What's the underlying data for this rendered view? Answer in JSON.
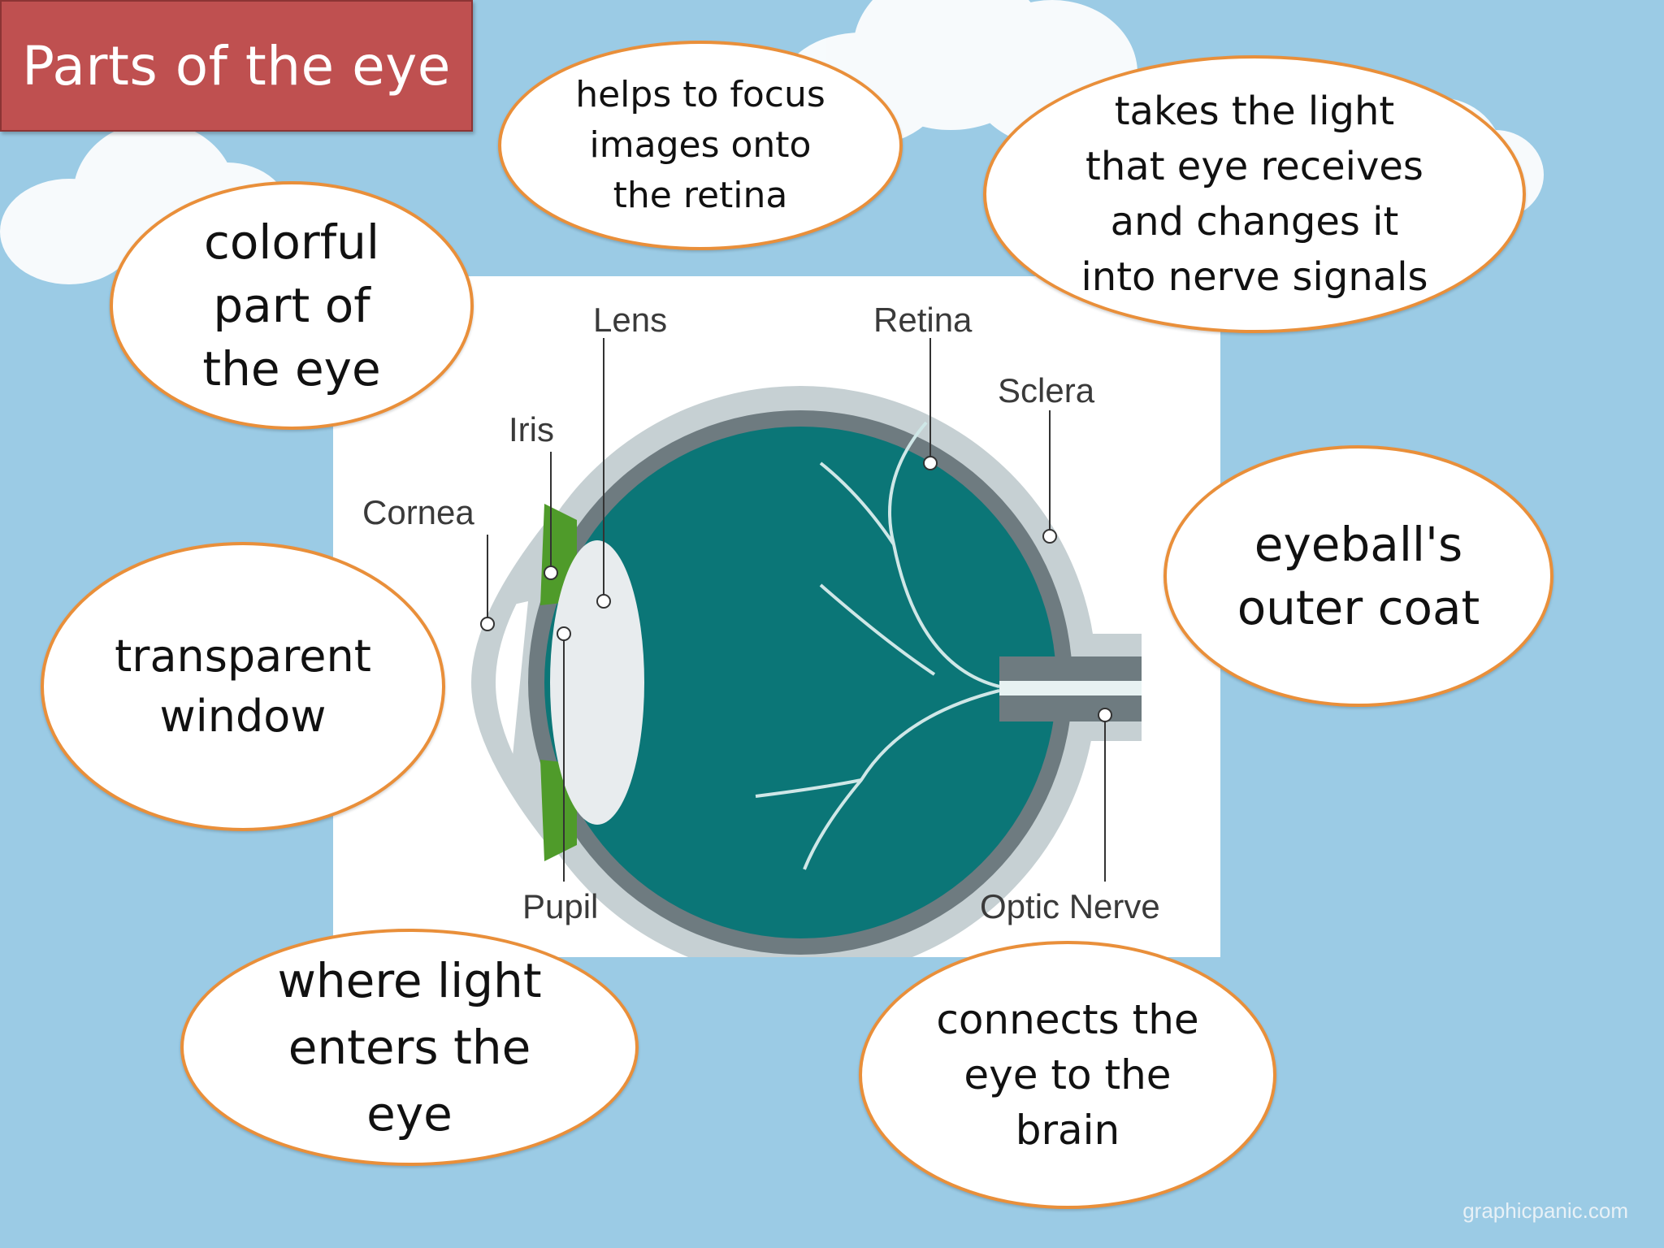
{
  "title": "Parts of the eye",
  "diagram": {
    "labels": {
      "lens": "Lens",
      "retina": "Retina",
      "sclera": "Sclera",
      "iris": "Iris",
      "cornea": "Cornea",
      "pupil": "Pupil",
      "optic_nerve": "Optic Nerve"
    },
    "colors": {
      "vitreous": "#0b7677",
      "retina": "#6e7b80",
      "sclera": "#c6d0d3",
      "iris": "#4f9b2a",
      "lens": "#e8ecee"
    }
  },
  "bubbles": {
    "lens_desc": "helps to focus\nimages onto\nthe retina",
    "retina_desc": "takes the light\nthat eye receives\nand changes it\ninto nerve signals",
    "iris_desc": "colorful\npart of\nthe eye",
    "sclera_desc": "eyeball's\nouter coat",
    "cornea_desc": "transparent\nwindow",
    "pupil_desc": "where light\nenters the\neye",
    "optic_nerve_desc": "connects the\neye to the\nbrain"
  },
  "watermark": "graphicpanic.com",
  "theme": {
    "background": "#9bcbe5",
    "title_bg": "#bf5050",
    "bubble_border": "#e98f3a"
  }
}
